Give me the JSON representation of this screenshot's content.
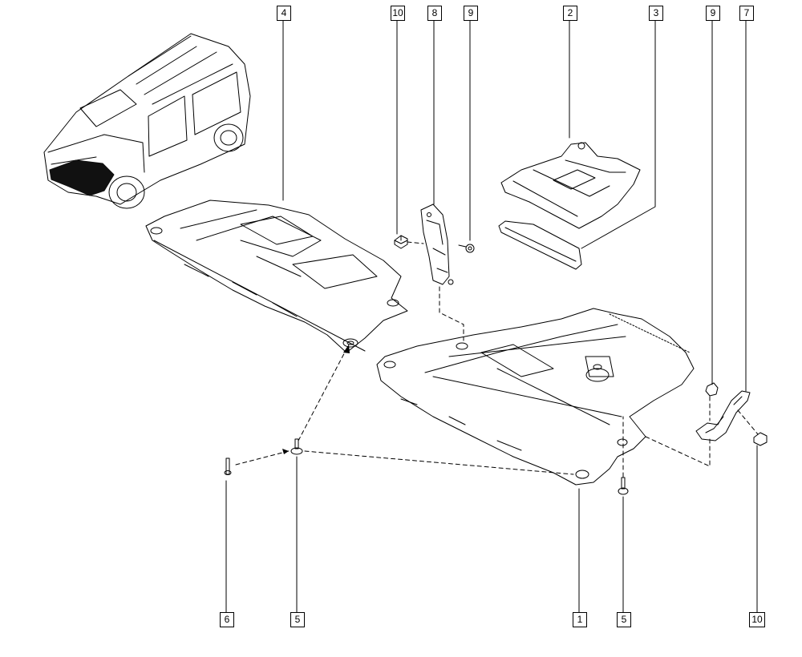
{
  "colors": {
    "line": "#000000",
    "background": "#ffffff",
    "shade": "#111111"
  },
  "callouts": [
    {
      "id": "c-top-4",
      "label": "4",
      "part": "front-underbody-shield"
    },
    {
      "id": "c-top-10",
      "label": "10",
      "part": "nut"
    },
    {
      "id": "c-top-8",
      "label": "8",
      "part": "bracket"
    },
    {
      "id": "c-top-9",
      "label": "9",
      "part": "screw"
    },
    {
      "id": "c-top-2",
      "label": "2",
      "part": "shield-insert"
    },
    {
      "id": "c-top-3",
      "label": "3",
      "part": "deflector-strip"
    },
    {
      "id": "c-top-9b",
      "label": "9",
      "part": "screw"
    },
    {
      "id": "c-top-7",
      "label": "7",
      "part": "bracket"
    },
    {
      "id": "c-bot-6",
      "label": "6",
      "part": "rivet-pin"
    },
    {
      "id": "c-bot-5",
      "label": "5",
      "part": "clip"
    },
    {
      "id": "c-bot-1",
      "label": "1",
      "part": "main-underbody-shield"
    },
    {
      "id": "c-bot-5b",
      "label": "5",
      "part": "clip"
    },
    {
      "id": "c-bot-10",
      "label": "10",
      "part": "nut"
    }
  ]
}
